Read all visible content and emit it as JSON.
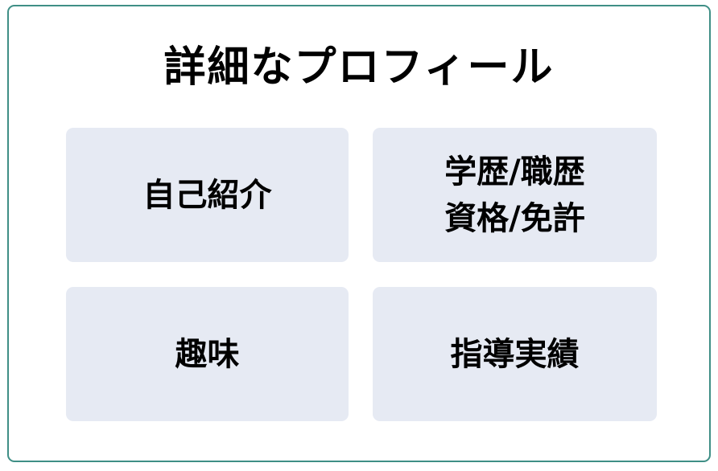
{
  "header": {
    "title": "詳細なプロフィール"
  },
  "colors": {
    "frame_border": "#3f8f86",
    "card_bg": "#e6eaf3",
    "text": "#000000"
  },
  "cards": [
    {
      "label": "自己紹介"
    },
    {
      "line1": "学歴/職歴",
      "line2": "資格/免許"
    },
    {
      "label": "趣味"
    },
    {
      "label": "指導実績"
    }
  ]
}
